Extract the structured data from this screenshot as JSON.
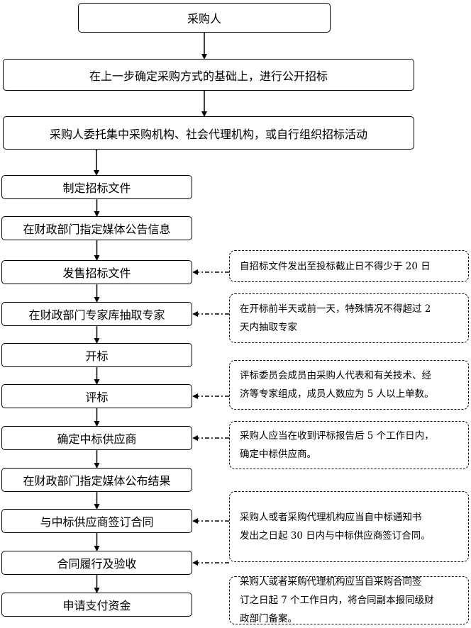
{
  "steps": [
    "采购人",
    "在上一步确定采购方式的基础上，进行公开招标",
    "采购人委托集中采购机构、社会代理机构，或自行组织招标活动",
    "制定招标文件",
    "在财政部门指定媒体公告信息",
    "发售招标文件",
    "在财政部门专家库抽取专家",
    "开标",
    "评标",
    "确定中标供应商",
    "在财政部门指定媒体公布结果",
    "与中标供应商签订合同",
    "合同履行及验收",
    "申请支付资金"
  ],
  "notes": [
    {
      "target": "发售招标文件",
      "lines": [
        "自招标文件发出至投标截止日不得少于 20 日"
      ]
    },
    {
      "target": "在财政部门专家库抽取专家",
      "lines": [
        "在开标前半天或前一天，特殊情况不得超过 2",
        "天内抽取专家"
      ]
    },
    {
      "target": "评标",
      "lines": [
        "评标委员会成员由采购人代表和有关技术、经",
        "济等专家组成，成员人数应为 5 人以上单数。"
      ]
    },
    {
      "target": "确定中标供应商",
      "lines": [
        "采购人应当在收到评标报告后 5 个工作日内，",
        "确定中标供应商。"
      ]
    },
    {
      "target": "与中标供应商签订合同",
      "lines": [
        "采购人或者采购代理机构应当自中标通知书",
        "发出之日起 30 日内与中标供应商签订合同。"
      ]
    },
    {
      "target": "合同履行及验收",
      "lines": [
        "采购人或者采购代理机构应当自采购合同签",
        "订之日起 7 个工作日内，将合同副本报同级财",
        "政部门备案。"
      ]
    }
  ]
}
